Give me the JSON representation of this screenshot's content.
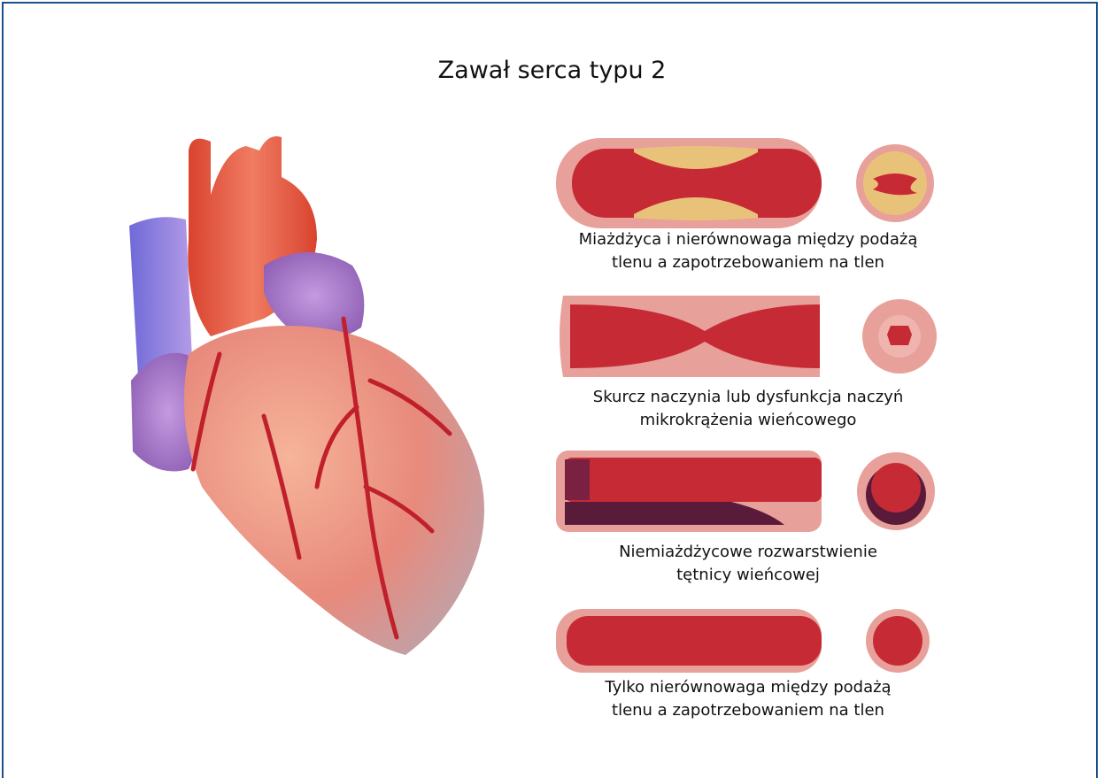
{
  "title": "Zawał serca typu 2",
  "panels": [
    {
      "line1": "Miażdżyca i nierównowaga między podażą",
      "line2": "tlenu a zapotrzebowaniem na tlen"
    },
    {
      "line1": "Skurcz naczynia lub dysfunkcja naczyń",
      "line2": "mikrokrążenia wieńcowego"
    },
    {
      "line1": "Niemiażdżycowe rozwarstwienie",
      "line2": "tętnicy wieńcowej"
    },
    {
      "line1": "Tylko nierównowaga między podażą",
      "line2": "tlenu a zapotrzebowaniem na tlen"
    }
  ],
  "colors": {
    "frame": "#1b4f8c",
    "vessel_wall": "#e8a09a",
    "blood": "#c62a35",
    "plaque": "#e9c27a",
    "hematoma": "#5a1a3a",
    "vein": "#8a7ad6"
  }
}
